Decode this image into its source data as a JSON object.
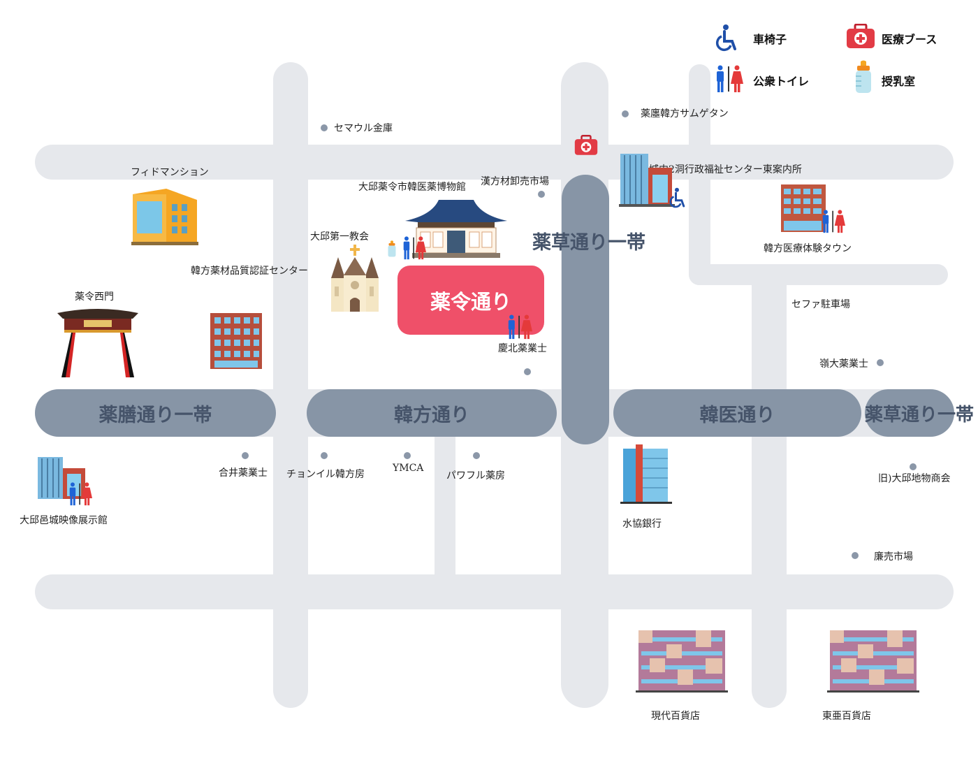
{
  "legend": {
    "wheelchair": "車椅子",
    "medical_booth": "医療ブース",
    "restroom": "公衆トイレ",
    "nursing_room": "授乳室"
  },
  "streets": {
    "yakuyo": "薬令通り",
    "yakuzen": "薬膳通り一帯",
    "kanpo": "韓方通り",
    "kani": "韓医通り",
    "yakuso_right": "薬草通り一帯",
    "yakuso_top": "薬草通り一帯"
  },
  "places": {
    "saemaul": "セマウル金庫",
    "samgyetang": "薬廛韓方サムゲタン",
    "fido": "フィドマンション",
    "museum": "大邱薬令市韓医薬博物館",
    "wholesale": "漢方材卸売市場",
    "welfare": "城内2洞行政福祉センター東案内所",
    "church": "大邱第一教会",
    "certification": "韓方薬材品質認証センター",
    "experience_town": "韓方医療体験タウン",
    "west_gate": "薬令西門",
    "sepa_parking": "セファ駐車場",
    "gyeongbuk": "慶北薬業士",
    "yeongdae": "嶺大薬業士",
    "hapjeong": "合井薬業士",
    "jeongil": "チョンイル韓方房",
    "ymca": "YMCA",
    "powerful": "パワフル薬房",
    "suhyup": "水協銀行",
    "old_daegu": "旧)大邱地物商会",
    "eupseong": "大邱邑城映像展示館",
    "yeommae": "廉売市場",
    "hyundai": "現代百貨店",
    "donga": "東亜百貨店"
  },
  "colors": {
    "road": "#e6e8ec",
    "street": "#8795a6",
    "street_text": "#46546a",
    "highlight": "#ef5069",
    "dot": "#8b97a8"
  }
}
